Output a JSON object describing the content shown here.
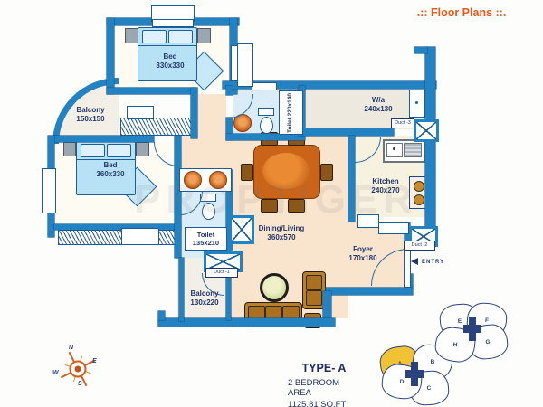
{
  "header": {
    "title": ".:: Floor Plans ::."
  },
  "watermark": "PROPTIGER",
  "plan": {
    "rooms": [
      {
        "id": "bed1",
        "name": "Bed",
        "size": "330x330"
      },
      {
        "id": "balcony1",
        "name": "Balcony",
        "size": "150x150"
      },
      {
        "id": "bed2",
        "name": "Bed",
        "size": "360x330"
      },
      {
        "id": "toilet1",
        "name": "Toilet",
        "size": "220x140"
      },
      {
        "id": "wa",
        "name": "W/a",
        "size": "240x130"
      },
      {
        "id": "kitchen",
        "name": "Kitchen",
        "size": "240x270"
      },
      {
        "id": "dining",
        "name": "Dining/Living",
        "size": "360x570"
      },
      {
        "id": "foyer",
        "name": "Foyer",
        "size": "170x180"
      },
      {
        "id": "toilet2",
        "name": "Toilet",
        "size": "135x210"
      },
      {
        "id": "balcony2",
        "name": "Balcony",
        "size": "130x220"
      }
    ],
    "ducts": [
      {
        "label": "Duct -1"
      },
      {
        "label": "Duct -2"
      },
      {
        "label": "Duct -3"
      }
    ],
    "entry": "ENTRY",
    "compass": {
      "north": "N",
      "east": "E",
      "west": "W",
      "south": "S"
    }
  },
  "legend": {
    "type": "TYPE- A",
    "area_line1": "2 BEDROOM AREA",
    "area_line2": "1125.81 SQ.FT"
  },
  "keyplan": {
    "units": [
      {
        "label": "A",
        "highlighted": true
      },
      {
        "label": "B"
      },
      {
        "label": "C"
      },
      {
        "label": "D"
      },
      {
        "label": "E"
      },
      {
        "label": "F"
      },
      {
        "label": "G"
      },
      {
        "label": "H"
      }
    ]
  },
  "colors": {
    "wall_blue": "#2382c2",
    "accent_orange": "#e55a1e",
    "text_navy": "#21366b",
    "highlight_yellow": "#f2c235"
  }
}
